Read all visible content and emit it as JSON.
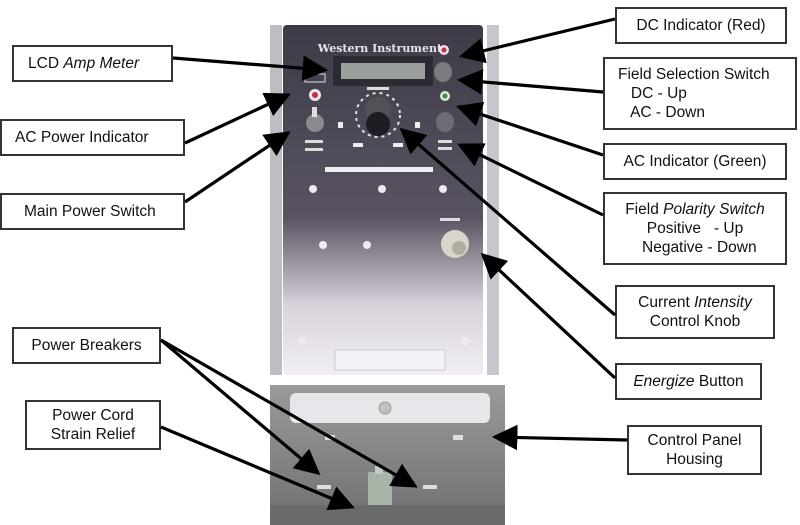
{
  "figure": {
    "device_brand_text": "Western Instruments",
    "colors": {
      "panel": "#4a4552",
      "housing": "#8a8a8c",
      "dc_led": "#c0304a",
      "ac_led": "#3a8a4a",
      "arrow": "#000000",
      "box_border": "#333333"
    }
  },
  "callouts": [
    {
      "id": "lcd-amp-meter",
      "lines": [
        {
          "plain": "LCD ",
          "italic": "Amp Meter",
          "after": ""
        }
      ]
    },
    {
      "id": "ac-power-indicator",
      "lines": [
        {
          "plain": "AC Power Indicator",
          "italic": "",
          "after": ""
        }
      ]
    },
    {
      "id": "main-power-switch",
      "lines": [
        {
          "plain": "Main Power Switch",
          "italic": "",
          "after": ""
        }
      ]
    },
    {
      "id": "power-breakers",
      "lines": [
        {
          "plain": "Power Breakers",
          "italic": "",
          "after": ""
        }
      ]
    },
    {
      "id": "power-cord-strain-relief",
      "lines": [
        {
          "plain": "Power Cord",
          "italic": "",
          "after": ""
        },
        {
          "plain": "Strain Relief",
          "italic": "",
          "after": ""
        }
      ]
    },
    {
      "id": "dc-indicator",
      "lines": [
        {
          "plain": "DC Indicator (Red)",
          "italic": "",
          "after": ""
        }
      ]
    },
    {
      "id": "field-selection-switch",
      "lines": [
        {
          "plain": "Field Selection Switch",
          "italic": "",
          "after": ""
        },
        {
          "plain": "   DC - Up",
          "italic": "",
          "after": ""
        },
        {
          "plain": "   AC - Down",
          "italic": "",
          "after": ""
        }
      ]
    },
    {
      "id": "ac-indicator",
      "lines": [
        {
          "plain": "AC Indicator (Green)",
          "italic": "",
          "after": ""
        }
      ]
    },
    {
      "id": "field-polarity-switch",
      "lines": [
        {
          "plain": "Field ",
          "italic": "Polarity Switch",
          "after": ""
        },
        {
          "plain": "Positive   - Up",
          "italic": "",
          "after": ""
        },
        {
          "plain": "  Negative - Down",
          "italic": "",
          "after": ""
        }
      ]
    },
    {
      "id": "current-intensity-knob",
      "lines": [
        {
          "plain": "Current ",
          "italic": "Intensity",
          "after": ""
        },
        {
          "plain": "Control Knob",
          "italic": "",
          "after": ""
        }
      ]
    },
    {
      "id": "energize-button",
      "lines": [
        {
          "plain": "",
          "italic": "Energize",
          "after": " Button"
        }
      ]
    },
    {
      "id": "control-panel-housing",
      "lines": [
        {
          "plain": "Control Panel",
          "italic": "",
          "after": ""
        },
        {
          "plain": "Housing",
          "italic": "",
          "after": ""
        }
      ]
    }
  ]
}
